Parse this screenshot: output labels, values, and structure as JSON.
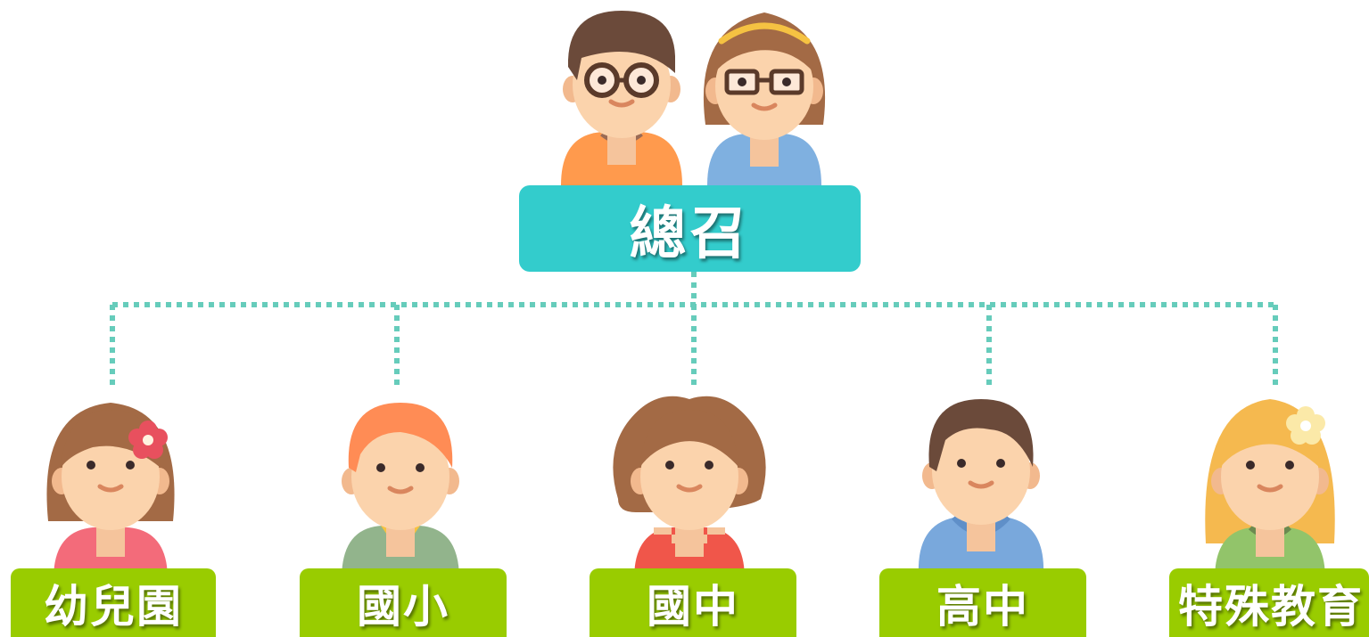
{
  "colors": {
    "root_box": "#33cccc",
    "child_box": "#99cc00",
    "connector": "#66ccbb"
  },
  "root": {
    "label": "總召",
    "icons": [
      "man-with-glasses-avatar-icon",
      "woman-with-glasses-avatar-icon"
    ]
  },
  "children": [
    {
      "label": "幼兒園",
      "icon": "girl-with-flower-avatar-icon"
    },
    {
      "label": "國小",
      "icon": "red-haired-boy-avatar-icon"
    },
    {
      "label": "國中",
      "icon": "curly-haired-girl-avatar-icon"
    },
    {
      "label": "高中",
      "icon": "boy-in-hoodie-avatar-icon"
    },
    {
      "label": "特殊教育",
      "icon": "blonde-girl-with-flower-avatar-icon"
    }
  ]
}
